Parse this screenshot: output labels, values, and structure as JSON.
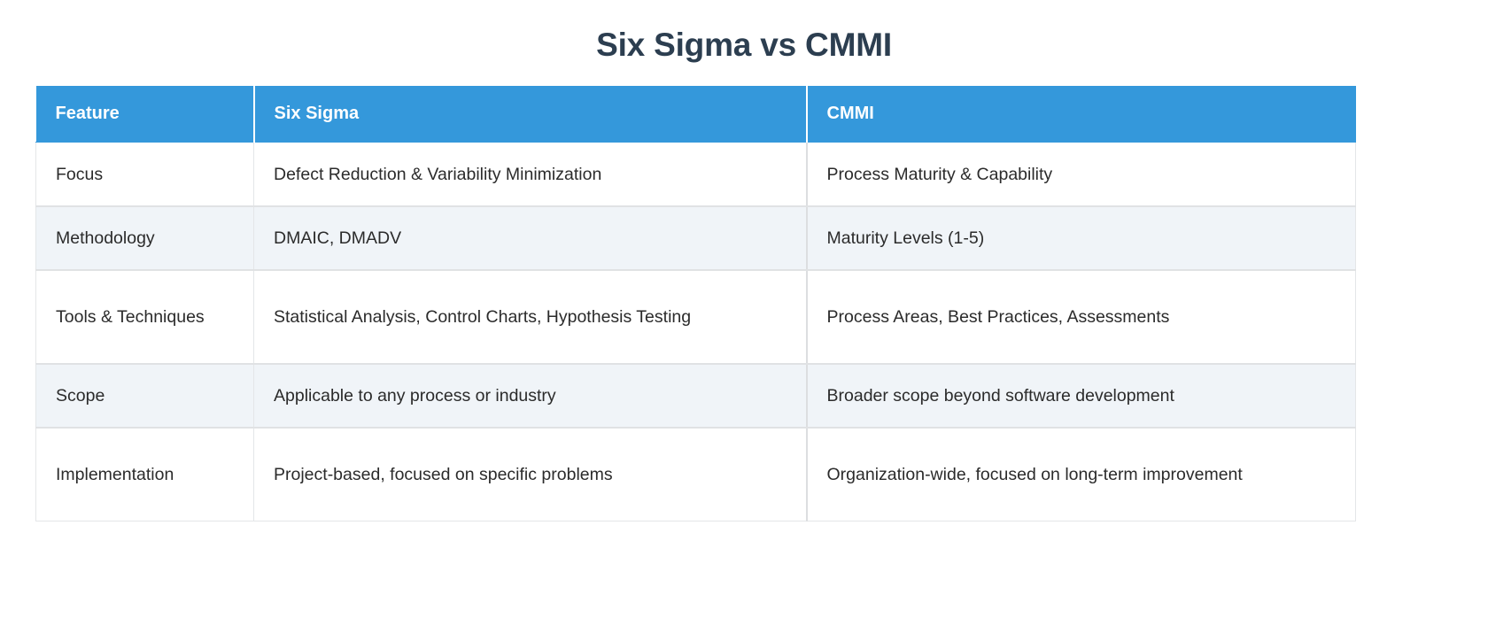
{
  "page": {
    "title": "Six Sigma vs CMMI"
  },
  "theme": {
    "header_bg": "#3498db",
    "header_text": "#ffffff",
    "title_color": "#2c3e50",
    "stripe_bg": "#f0f4f8",
    "row_bg": "#ffffff",
    "body_text": "#2b2b2b",
    "border_color": "#e0e2e4"
  },
  "table": {
    "columns": [
      {
        "key": "feature",
        "label": "Feature"
      },
      {
        "key": "six_sigma",
        "label": "Six Sigma"
      },
      {
        "key": "cmmi",
        "label": "CMMI"
      }
    ],
    "rows": [
      {
        "feature": "Focus",
        "six_sigma": "Defect Reduction & Variability Minimization",
        "cmmi": "Process Maturity & Capability"
      },
      {
        "feature": "Methodology",
        "six_sigma": "DMAIC, DMADV",
        "cmmi": "Maturity Levels (1-5)"
      },
      {
        "feature": "Tools & Techniques",
        "six_sigma": "Statistical Analysis, Control Charts, Hypothesis Testing",
        "cmmi": "Process Areas, Best Practices, Assessments"
      },
      {
        "feature": "Scope",
        "six_sigma": "Applicable to any process or industry",
        "cmmi": "Broader scope beyond software development"
      },
      {
        "feature": "Implementation",
        "six_sigma": "Project-based, focused on specific problems",
        "cmmi": "Organization-wide, focused on long-term improvement"
      }
    ]
  }
}
